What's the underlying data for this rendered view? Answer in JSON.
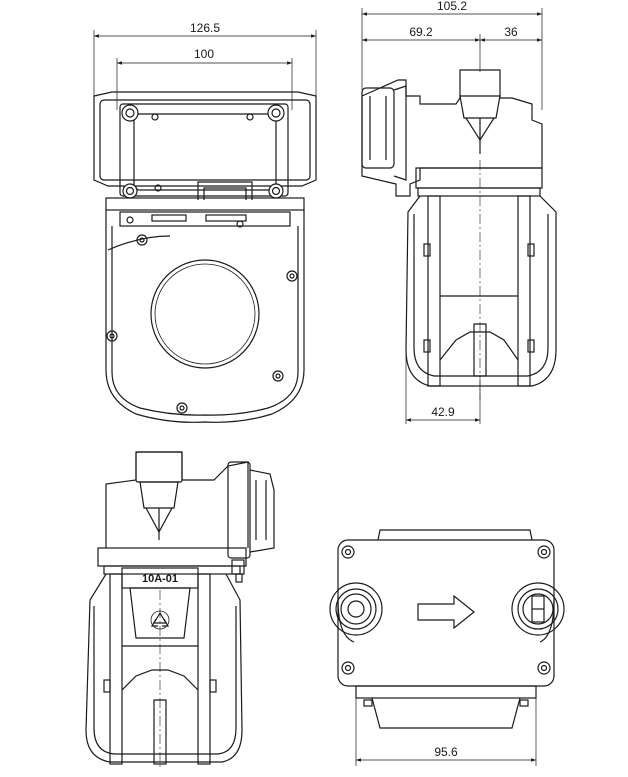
{
  "dimensions": {
    "front_overall_width": "126.5",
    "front_mount_width": "100",
    "side_overall_width": "105.2",
    "side_left_offset": "69.2",
    "side_right_offset": "36",
    "side_bottom_offset": "42.9",
    "bottom_width": "95.6"
  },
  "labels": {
    "model_code": "10A-01"
  },
  "icons": {
    "recycle": "recycle-icon",
    "flow": "flow-arrow-icon"
  }
}
